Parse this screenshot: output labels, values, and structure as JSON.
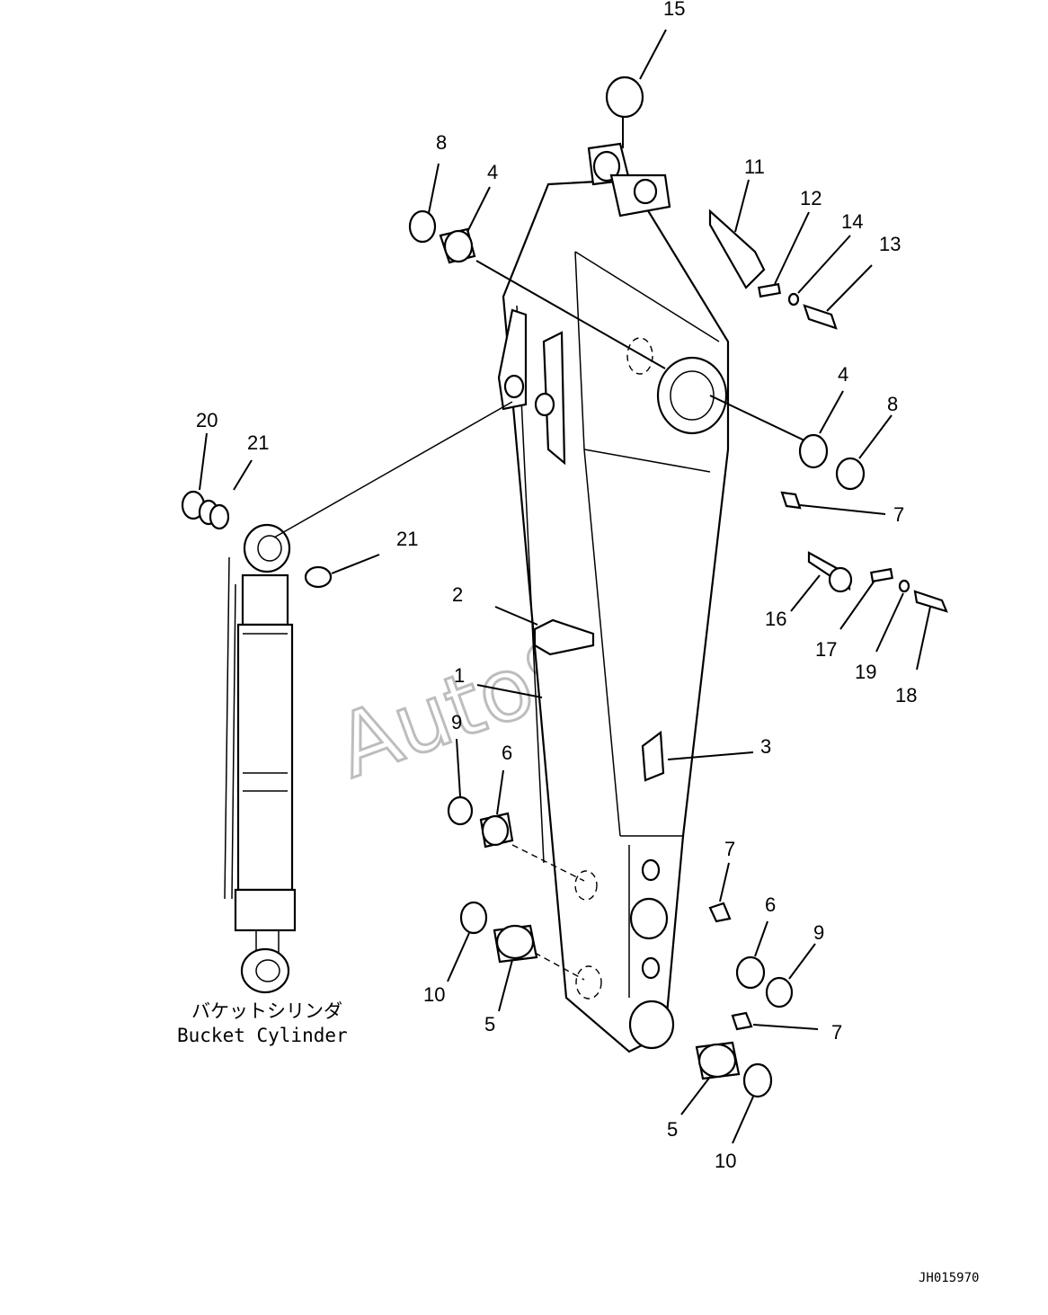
{
  "diagram": {
    "caption_jp": "バケットシリンダ",
    "caption_en": "Bucket Cylinder",
    "drawing_code": "JH015970",
    "watermark": "AutoSoft",
    "callouts": [
      "15",
      "8",
      "4",
      "11",
      "12",
      "14",
      "13",
      "4",
      "8",
      "7",
      "20",
      "21",
      "21",
      "2",
      "1",
      "16",
      "17",
      "19",
      "18",
      "9",
      "6",
      "3",
      "7",
      "6",
      "9",
      "10",
      "5",
      "7",
      "5",
      "10"
    ]
  }
}
